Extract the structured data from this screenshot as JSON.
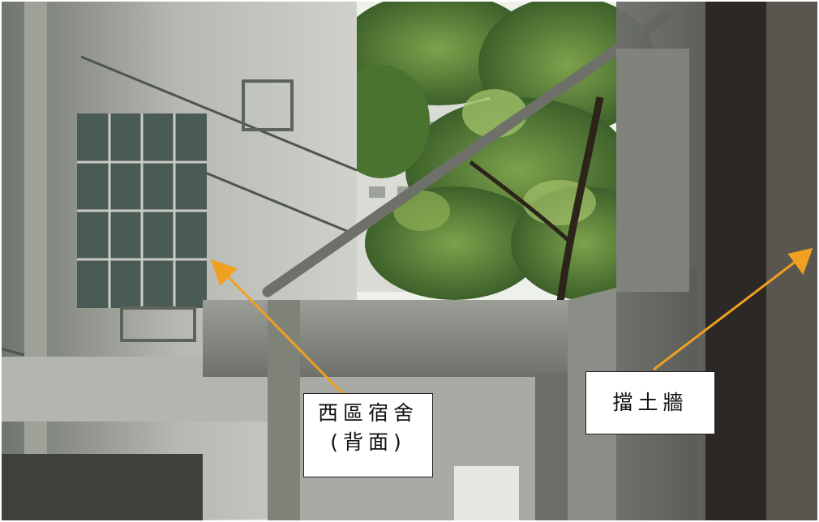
{
  "image": {
    "colors": {
      "building": "#b9bcb6",
      "building_shadow": "#5c6158",
      "concrete": "#8f938c",
      "foliage": "#3f6a2a",
      "foliage_light": "#8fb35a",
      "sky": "#f2f4ee",
      "wall_dark": "#2a2826",
      "arrow": "#f0a020"
    },
    "labels": {
      "dorm_line1": "西區宿舍",
      "dorm_line2": "(背面)",
      "wall": "擋土牆"
    }
  }
}
